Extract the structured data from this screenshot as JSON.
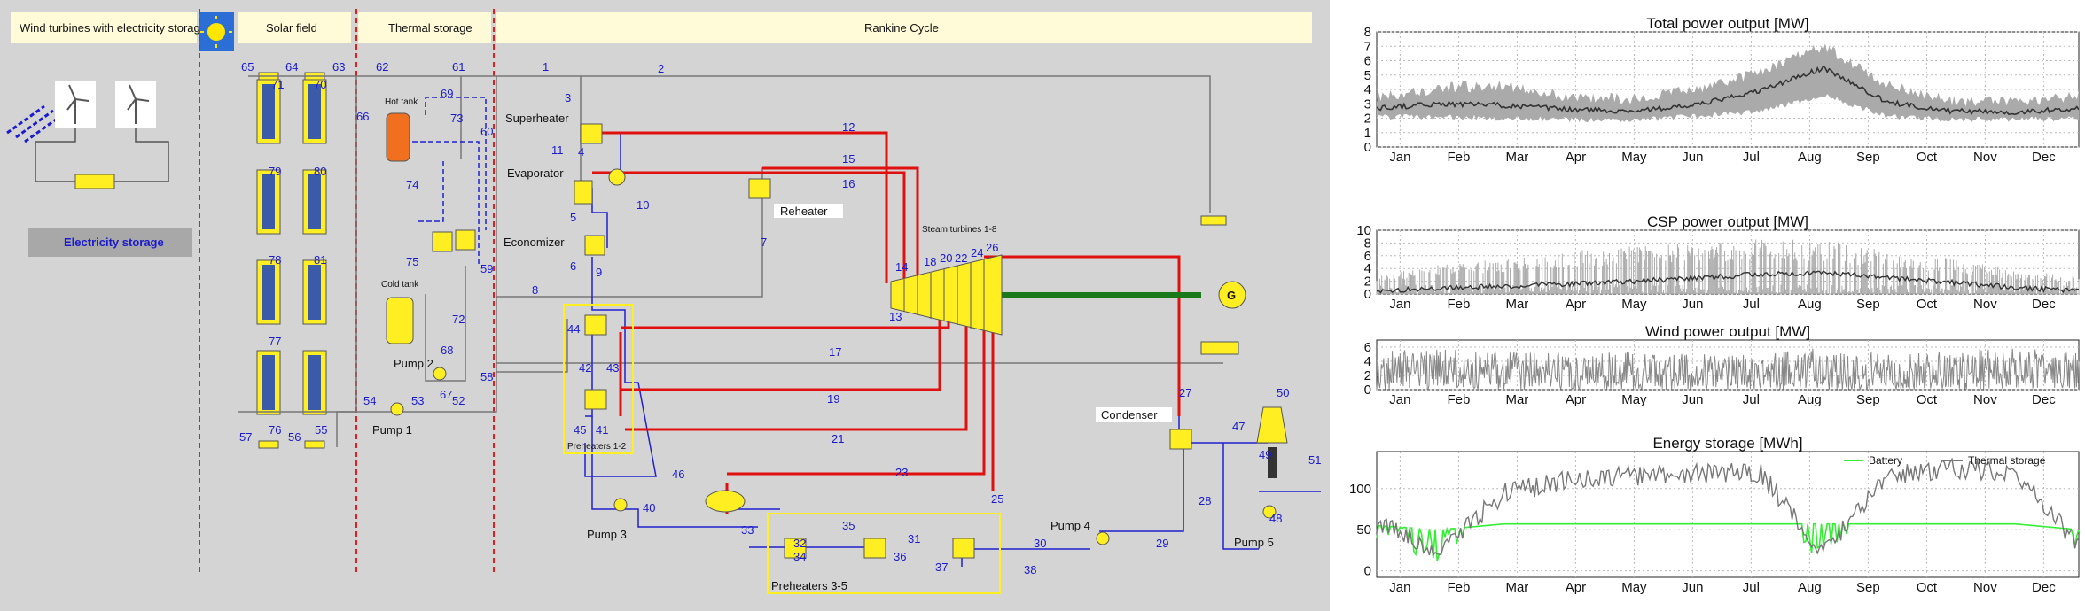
{
  "header": {
    "sections": [
      {
        "key": "wind",
        "label": "Wind turbines with electricity storage"
      },
      {
        "key": "solar",
        "label": "Solar field"
      },
      {
        "key": "thermal",
        "label": "Thermal storage"
      },
      {
        "key": "rankine",
        "label": "Rankine Cycle"
      }
    ]
  },
  "components": {
    "electricity_storage": "Electricity storage",
    "hot_tank": "Hot tank",
    "cold_tank": "Cold tank",
    "superheater": "Superheater",
    "evaporator": "Evaporator",
    "economizer": "Economizer",
    "reheater": "Reheater",
    "steam_turbines": "Steam turbines 1-8",
    "generator": "G",
    "condenser": "Condenser",
    "pump1": "Pump 1",
    "pump2": "Pump 2",
    "pump3": "Pump 3",
    "pump4": "Pump 4",
    "pump5": "Pump 5",
    "preheaters12": "Preheaters 1-2",
    "preheaters35": "Preheaters 3-5"
  },
  "stream_numbers": [
    "1",
    "2",
    "3",
    "4",
    "5",
    "6",
    "7",
    "8",
    "9",
    "10",
    "11",
    "12",
    "13",
    "14",
    "15",
    "16",
    "17",
    "18",
    "19",
    "20",
    "21",
    "22",
    "23",
    "24",
    "25",
    "26",
    "27",
    "28",
    "29",
    "30",
    "31",
    "32",
    "33",
    "34",
    "35",
    "36",
    "37",
    "38",
    "40",
    "41",
    "42",
    "43",
    "44",
    "45",
    "46",
    "47",
    "48",
    "49",
    "50",
    "51",
    "52",
    "53",
    "54",
    "55",
    "56",
    "57",
    "58",
    "59",
    "60",
    "61",
    "62",
    "63",
    "64",
    "65",
    "66",
    "67",
    "68",
    "69",
    "70",
    "71",
    "72",
    "73",
    "74",
    "75",
    "76",
    "77",
    "78",
    "79",
    "80",
    "81"
  ],
  "months": [
    "Jan",
    "Feb",
    "Mar",
    "Apr",
    "May",
    "Jun",
    "Jul",
    "Aug",
    "Sep",
    "Oct",
    "Nov",
    "Dec"
  ],
  "colors": {
    "hot_line": "#e01010",
    "cold_line": "#2020d0",
    "shaft": "#1a7a1a",
    "component": "#ffee22",
    "band": "#aaaaaa",
    "mean": "#333333",
    "battery": "#33ee33",
    "thermal": "#777777"
  },
  "chart_data": [
    {
      "id": "total",
      "type": "area",
      "title": "Total power output [MW]",
      "ylim": [
        0,
        8
      ],
      "yticks": [
        0,
        1,
        2,
        3,
        4,
        5,
        6,
        7,
        8
      ],
      "grid": true,
      "x": [
        "Jan",
        "Feb",
        "Mar",
        "Apr",
        "May",
        "Jun",
        "Jul",
        "Aug",
        "Sep",
        "Oct",
        "Nov",
        "Dec"
      ],
      "mean": [
        2.7,
        3.0,
        2.9,
        2.6,
        2.5,
        2.9,
        3.9,
        5.5,
        3.1,
        2.5,
        2.4,
        2.7
      ],
      "low": [
        2.1,
        2.1,
        2.0,
        1.9,
        1.9,
        2.1,
        2.5,
        3.6,
        2.1,
        1.9,
        1.9,
        2.0
      ],
      "high": [
        3.5,
        4.1,
        4.3,
        3.5,
        3.3,
        4.0,
        5.2,
        7.0,
        4.3,
        3.2,
        3.1,
        3.6
      ]
    },
    {
      "id": "csp",
      "type": "area",
      "title": "CSP power output [MW]",
      "ylim": [
        0,
        10
      ],
      "yticks": [
        0,
        2,
        4,
        6,
        8,
        10
      ],
      "grid": true,
      "x": [
        "Jan",
        "Feb",
        "Mar",
        "Apr",
        "May",
        "Jun",
        "Jul",
        "Aug",
        "Sep",
        "Oct",
        "Nov",
        "Dec"
      ],
      "mean": [
        0.5,
        0.9,
        1.2,
        1.6,
        2.0,
        2.5,
        3.1,
        3.4,
        2.6,
        1.8,
        1.0,
        0.5
      ],
      "high": [
        8,
        9,
        8,
        8,
        8,
        8,
        9,
        9,
        8,
        8,
        7,
        8
      ]
    },
    {
      "id": "wind",
      "type": "area",
      "title": "Wind power output [MW]",
      "ylim": [
        0,
        7
      ],
      "yticks": [
        0,
        2,
        4,
        6
      ],
      "grid": true,
      "x": [
        "Jan",
        "Feb",
        "Mar",
        "Apr",
        "May",
        "Jun",
        "Jul",
        "Aug",
        "Sep",
        "Oct",
        "Nov",
        "Dec"
      ],
      "high": [
        5.5,
        6.0,
        5.5,
        5.0,
        5.5,
        5.0,
        5.0,
        6.0,
        5.0,
        5.5,
        6.0,
        5.5
      ]
    },
    {
      "id": "storage",
      "type": "line",
      "title": "Energy storage [MWh]",
      "ylim": [
        -8,
        145
      ],
      "yticks": [
        0,
        50,
        100
      ],
      "grid": true,
      "legend": "top-right",
      "x": [
        "Jan",
        "Feb",
        "Mar",
        "Apr",
        "May",
        "Jun",
        "Jul",
        "Aug",
        "Sep",
        "Oct",
        "Nov",
        "Dec"
      ],
      "series": [
        {
          "name": "Battery",
          "values": [
            55,
            50,
            57,
            57,
            57,
            57,
            57,
            57,
            57,
            57,
            57,
            50
          ]
        },
        {
          "name": "Thermal storage",
          "values": [
            60,
            25,
            95,
            110,
            115,
            118,
            120,
            20,
            115,
            125,
            120,
            30
          ]
        }
      ]
    }
  ]
}
